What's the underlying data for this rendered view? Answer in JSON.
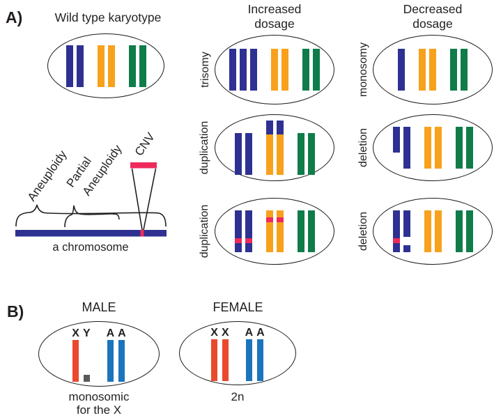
{
  "colors": {
    "navy": "#2e3192",
    "orange": "#f7a11c",
    "green": "#0f7c4a",
    "crimson": "#ee2a5b",
    "red": "#e94a2d",
    "blue": "#1b74bc",
    "gray": "#58595b"
  },
  "panel_a": {
    "label": "A)",
    "wild": {
      "title": "Wild type karyotype",
      "bars": [
        {
          "color": "navy"
        },
        {
          "color": "navy"
        },
        {
          "color": "orange",
          "newgroup": true
        },
        {
          "color": "orange"
        },
        {
          "color": "green",
          "newgroup": true
        },
        {
          "color": "green"
        }
      ]
    },
    "columns": [
      {
        "title_line1": "Increased",
        "title_line2": "dosage",
        "rows": [
          {
            "label": "trisomy",
            "bars": [
              {
                "color": "navy"
              },
              {
                "color": "navy"
              },
              {
                "color": "navy"
              },
              {
                "color": "orange",
                "newgroup": true
              },
              {
                "color": "orange"
              },
              {
                "color": "green",
                "newgroup": true
              },
              {
                "color": "green"
              }
            ]
          },
          {
            "label": "duplication",
            "bars": [
              {
                "color": "navy"
              },
              {
                "color": "navy"
              },
              {
                "color": "orange",
                "variant": "cap",
                "newgroup": true
              },
              {
                "color": "orange",
                "variant": "cap"
              },
              {
                "color": "green",
                "newgroup": true
              },
              {
                "color": "green"
              }
            ]
          },
          {
            "label": "duplication",
            "bars": [
              {
                "color": "navy",
                "variant": "band-low"
              },
              {
                "color": "navy",
                "variant": "band-low"
              },
              {
                "color": "orange",
                "variant": "band-high",
                "newgroup": true
              },
              {
                "color": "orange",
                "variant": "band-high"
              },
              {
                "color": "green",
                "newgroup": true
              },
              {
                "color": "green"
              }
            ]
          }
        ]
      },
      {
        "title_line1": "Decreased",
        "title_line2": "dosage",
        "rows": [
          {
            "label": "monosomy",
            "bars": [
              {
                "color": "navy"
              },
              {
                "color": "orange",
                "newgroup": true
              },
              {
                "color": "orange"
              },
              {
                "color": "green",
                "newgroup": true
              },
              {
                "color": "green"
              }
            ]
          },
          {
            "label": "deletion",
            "bars": [
              {
                "color": "navy",
                "variant": "short"
              },
              {
                "color": "navy"
              },
              {
                "color": "orange",
                "newgroup": true
              },
              {
                "color": "orange"
              },
              {
                "color": "green",
                "newgroup": true
              },
              {
                "color": "green"
              }
            ]
          },
          {
            "label": "deletion",
            "bars": [
              {
                "color": "navy",
                "variant": "band-low"
              },
              {
                "color": "navy",
                "variant": "split"
              },
              {
                "color": "orange",
                "newgroup": true
              },
              {
                "color": "orange"
              },
              {
                "color": "green",
                "newgroup": true
              },
              {
                "color": "green"
              }
            ]
          }
        ]
      }
    ],
    "diagram": {
      "aneuploidy": "Aneuploidy",
      "partial_line1": "Partial",
      "partial_line2": "Aneuploidy",
      "cnv": "CNV",
      "caption": "a chromosome"
    }
  },
  "panel_b": {
    "label": "B)",
    "cells": [
      {
        "title": "MALE",
        "captions": [
          "monosomic",
          "for the X"
        ],
        "bars": [
          {
            "letter": "X",
            "color": "red"
          },
          {
            "letter": "Y",
            "color": "gray",
            "variant": "ysmall"
          },
          {
            "letter": "A",
            "color": "blue",
            "newgroup": true
          },
          {
            "letter": "A",
            "color": "blue"
          }
        ]
      },
      {
        "title": "FEMALE",
        "captions": [
          "2n"
        ],
        "bars": [
          {
            "letter": "X",
            "color": "red"
          },
          {
            "letter": "X",
            "color": "red"
          },
          {
            "letter": "A",
            "color": "blue",
            "newgroup": true
          },
          {
            "letter": "A",
            "color": "blue"
          }
        ]
      }
    ]
  }
}
